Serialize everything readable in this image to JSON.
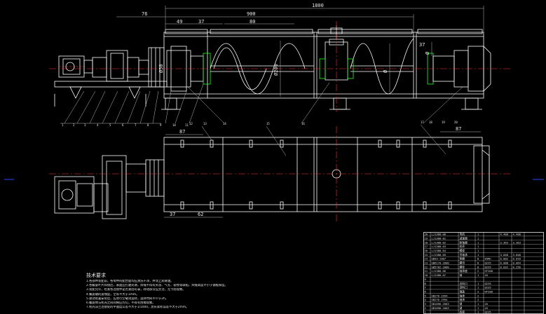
{
  "colors": {
    "background": "#000000",
    "outline": "#ffffff",
    "centerline": "#ff3030",
    "dimension": "#b8b8b8",
    "leader": "#b8b8b8",
    "highlight_green": "#1eff1e",
    "text": "#e6e6e6"
  },
  "dimensions": {
    "overall_length": "1800",
    "left_offset": "76",
    "pitch_span": "900",
    "d1": "49",
    "d2": "37",
    "d3": "80",
    "d4": "37",
    "d5": "87",
    "d6": "87",
    "d7": "37",
    "d8": "62",
    "dia1": "Ø200",
    "dia2": "Ø",
    "dia3": "Ø",
    "dia4": "Ø58"
  },
  "part_labels_bottom": [
    "1",
    "2",
    "3",
    "4",
    "5",
    "6",
    "7",
    "8",
    "9",
    "10",
    "11"
  ],
  "part_labels_mid": [
    "12",
    "13",
    "14",
    "15",
    "16",
    "17",
    "18",
    "19",
    "20"
  ],
  "technical_requirements": {
    "title": "技术要求",
    "lines": [
      "1.各部件装配前，各零件的配合面均应清洗干净，并涂上润滑油。",
      "2.各螺旋叶片焊接后，表面应打磨光滑，焊缝不得有夹渣、气孔、裂纹等缺陷，焊缝高度不小于钢板厚度。",
      "3.装配完毕，检查各连接件是否紧固可靠，转动部分应灵活，无卡阻现象。",
      "4.螺旋轴的直线度，全长不大于1mm。",
      "5.驱动装置安装后，应进行空载试运转，运转时间不少于2h。",
      "6.螺旋体与机壳之间间隙应均匀，不得有刮擦现象。",
      "7.机壳法兰连接处的平面度公差不大于1/1000，总长累积误差不大于2mm。"
    ]
  },
  "parts_table": {
    "rows": [
      {
        "no": "20",
        "code": "LJ1380-00",
        "name": "电机",
        "qty": "1",
        "mat": "",
        "w1": "4.400",
        "w2": "4.400"
      },
      {
        "no": "19",
        "code": "LJ1380-01",
        "name": "减速器",
        "qty": "1",
        "mat": "",
        "w1": "",
        "w2": ""
      },
      {
        "no": "18",
        "code": "LJ1380-02",
        "name": "联轴器",
        "qty": "1",
        "mat": "",
        "w1": "3.363",
        "w2": "3.363"
      },
      {
        "no": "17",
        "code": "LJ1380-03",
        "name": "机壳",
        "qty": "1",
        "mat": "",
        "w1": "",
        "w2": ""
      },
      {
        "no": "16",
        "code": "LJ1380-04",
        "name": "螺旋",
        "qty": "1",
        "mat": "",
        "w1": "",
        "w2": ""
      },
      {
        "no": "15",
        "code": "LJ1380-05",
        "name": "吊轴承",
        "qty": "1",
        "mat": "",
        "w1": "3.048",
        "w2": "3.048"
      },
      {
        "no": "14",
        "code": "GB93-1987",
        "name": "垫圈",
        "qty": "8",
        "mat": "65Mn",
        "w1": "0.002",
        "w2": "0.016"
      },
      {
        "no": "13",
        "code": "GB6170-2000",
        "name": "螺母",
        "qty": "8",
        "mat": "Q235",
        "w1": "0.008",
        "w2": "0.064"
      },
      {
        "no": "12",
        "code": "GB5782-2000",
        "name": "螺栓",
        "qty": "8",
        "mat": "Q235",
        "w1": "0.032",
        "w2": "0.256"
      },
      {
        "no": "11",
        "code": "LJ1380-06",
        "name": "轴承座",
        "qty": "2",
        "mat": "HT200",
        "w1": "",
        "w2": ""
      },
      {
        "no": "10",
        "code": "LJ1380-07",
        "name": "轴",
        "qty": "1",
        "mat": "45",
        "w1": "",
        "w2": ""
      },
      {
        "no": "9",
        "code": "",
        "name": "",
        "qty": "",
        "mat": "",
        "w1": "",
        "w2": ""
      },
      {
        "no": "8",
        "code": "",
        "name": "出料口",
        "qty": "1",
        "mat": "Q235",
        "w1": "",
        "w2": ""
      },
      {
        "no": "7",
        "code": "",
        "name": "进料口",
        "qty": "1",
        "mat": "Q235",
        "w1": "",
        "w2": ""
      },
      {
        "no": "6",
        "code": "",
        "name": "端盖",
        "qty": "2",
        "mat": "HT200",
        "w1": "",
        "w2": ""
      },
      {
        "no": "5",
        "code": "GB276-1994",
        "name": "轴承",
        "qty": "2",
        "mat": "",
        "w1": "",
        "w2": ""
      },
      {
        "no": "4",
        "code": "GB276-1994",
        "name": "轴承",
        "qty": "2",
        "mat": "",
        "w1": "",
        "w2": ""
      },
      {
        "no": "3",
        "code": "GB1096-2003",
        "name": "键",
        "qty": "1",
        "mat": "45",
        "w1": "",
        "w2": ""
      },
      {
        "no": "2",
        "code": "GB1096-2003",
        "name": "键",
        "qty": "1",
        "mat": "45",
        "w1": "",
        "w2": ""
      },
      {
        "no": "1",
        "code": "",
        "name": "底座",
        "qty": "1",
        "mat": "Q235",
        "w1": "",
        "w2": ""
      }
    ]
  }
}
